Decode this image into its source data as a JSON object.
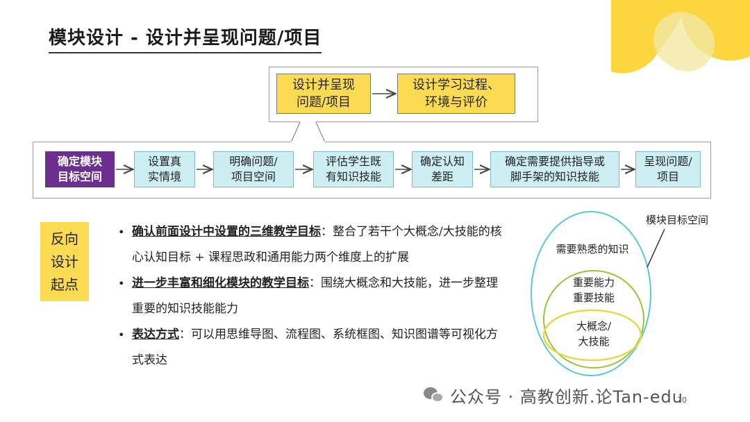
{
  "slide": {
    "title": "模块设计 - 设计并呈现问题/项目",
    "page_number": "70"
  },
  "callout": {
    "box1": "设计并呈现\n问题/项目",
    "box2": "设计学习过程、\n环境与评价"
  },
  "flow": {
    "start": "确定模块\n目标空间",
    "steps": [
      "设置真\n实情境",
      "明确问题/\n项目空间",
      "评估学生既\n有知识技能",
      "确定认知\n差距",
      "确定需要提供指导或\n脚手架的知识技能",
      "呈现问题/\n项目"
    ]
  },
  "left_label": "反向\n设计\n起点",
  "bullets": [
    {
      "lead": "确认前面设计中设置的三维教学目标",
      "text": "：整合了若干个大概念/大技能的核心认知目标 + 课程思政和通用能力两个维度上的扩展"
    },
    {
      "lead": "进一步丰富和细化模块的教学目标",
      "text": "：围绕大概念和大技能，进一步整理重要的知识技能能力"
    },
    {
      "lead": "表达方式",
      "text": "：可以用思维导图、流程图、系统框图、知识图谱等可视化方式表达"
    }
  ],
  "venn": {
    "outer_label": "模块目标空间",
    "outer_inner_label": "需要熟悉的知识",
    "middle_label": "重要能力\n重要技能",
    "inner_label": "大概念/\n大技能"
  },
  "footer": {
    "brand": "公众号 · 高教创新.论Tan-edu"
  },
  "colors": {
    "yellow": "#fbdb52",
    "purple": "#6b2f8e",
    "cyan": "#cdeef3",
    "outer_ellipse": "#5cc7cf",
    "middle_ellipse": "#9bc33a",
    "inner_ellipse": "#e7d84a"
  }
}
